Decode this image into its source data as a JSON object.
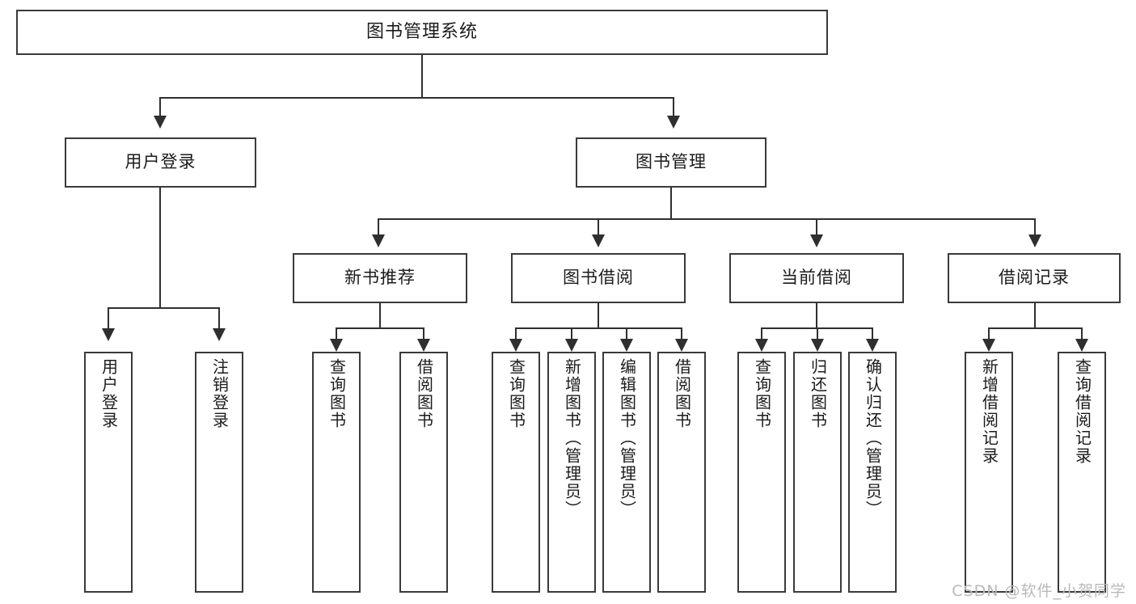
{
  "diagram": {
    "title": "图书管理系统",
    "type": "tree-hierarchy",
    "watermark": "CSDN @软件_小贺同学",
    "colors": {
      "box_border": "#3a3a3a",
      "connector": "#2f2f2f",
      "text": "#1b1b1b",
      "background": "#ffffff",
      "watermark": "#b9b9b9"
    }
  },
  "root": {
    "label": "图书管理系统"
  },
  "level2": [
    {
      "label": "用户登录"
    },
    {
      "label": "图书管理"
    }
  ],
  "level3": [
    {
      "label": "新书推荐"
    },
    {
      "label": "图书借阅"
    },
    {
      "label": "当前借阅"
    },
    {
      "label": "借阅记录"
    }
  ],
  "leaves": {
    "user_login": [
      {
        "label": "用户登录"
      },
      {
        "label": "注销登录"
      }
    ],
    "new_book_recommend": [
      {
        "label": "查询图书"
      },
      {
        "label": "借阅图书"
      }
    ],
    "book_borrow": [
      {
        "label": "查询图书"
      },
      {
        "label": "新增图书（管理员）"
      },
      {
        "label": "编辑图书（管理员）"
      },
      {
        "label": "借阅图书"
      }
    ],
    "current_borrow": [
      {
        "label": "查询图书"
      },
      {
        "label": "归还图书"
      },
      {
        "label": "确认归还（管理员）"
      }
    ],
    "borrow_record": [
      {
        "label": "新增借阅记录"
      },
      {
        "label": "查询借阅记录"
      }
    ]
  }
}
